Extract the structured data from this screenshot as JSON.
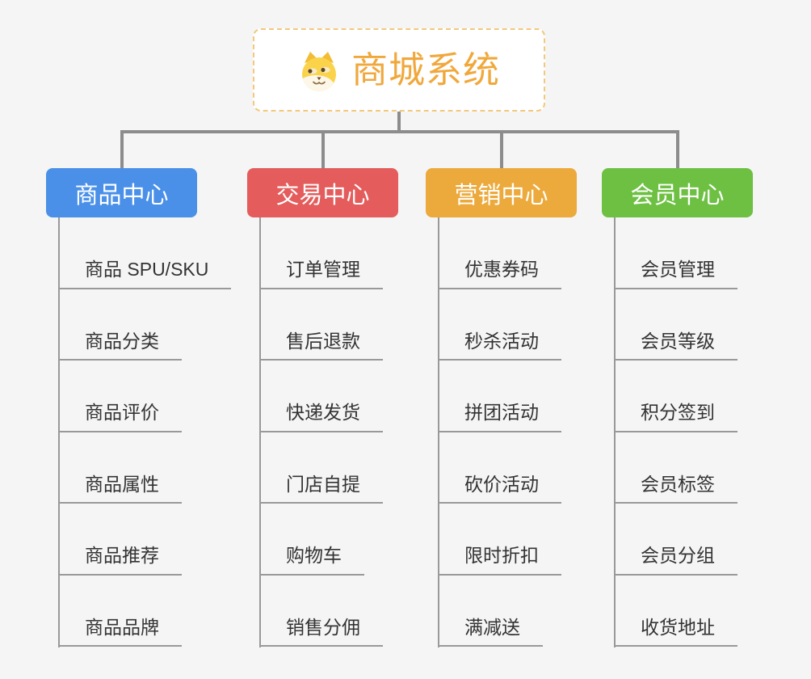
{
  "root": {
    "title": "商城系统",
    "icon": "dog-face-icon"
  },
  "branches": [
    {
      "label": "商品中心",
      "color": "#4a90e8",
      "items": [
        "商品 SPU/SKU",
        "商品分类",
        "商品评价",
        "商品属性",
        "商品推荐",
        "商品品牌"
      ]
    },
    {
      "label": "交易中心",
      "color": "#e45c5c",
      "items": [
        "订单管理",
        "售后退款",
        "快递发货",
        "门店自提",
        "购物车",
        "销售分佣"
      ]
    },
    {
      "label": "营销中心",
      "color": "#ecaa3c",
      "items": [
        "优惠券码",
        "秒杀活动",
        "拼团活动",
        "砍价活动",
        "限时折扣",
        "满减送"
      ]
    },
    {
      "label": "会员中心",
      "color": "#6ec043",
      "items": [
        "会员管理",
        "会员等级",
        "积分签到",
        "会员标签",
        "会员分组",
        "收货地址"
      ]
    }
  ],
  "colors": {
    "background": "#f5f5f5",
    "root_border": "#f3c87c",
    "root_text": "#f0a83c",
    "connector": "#8c8c8c",
    "leaf_line": "#999999",
    "leaf_text": "#333333"
  }
}
